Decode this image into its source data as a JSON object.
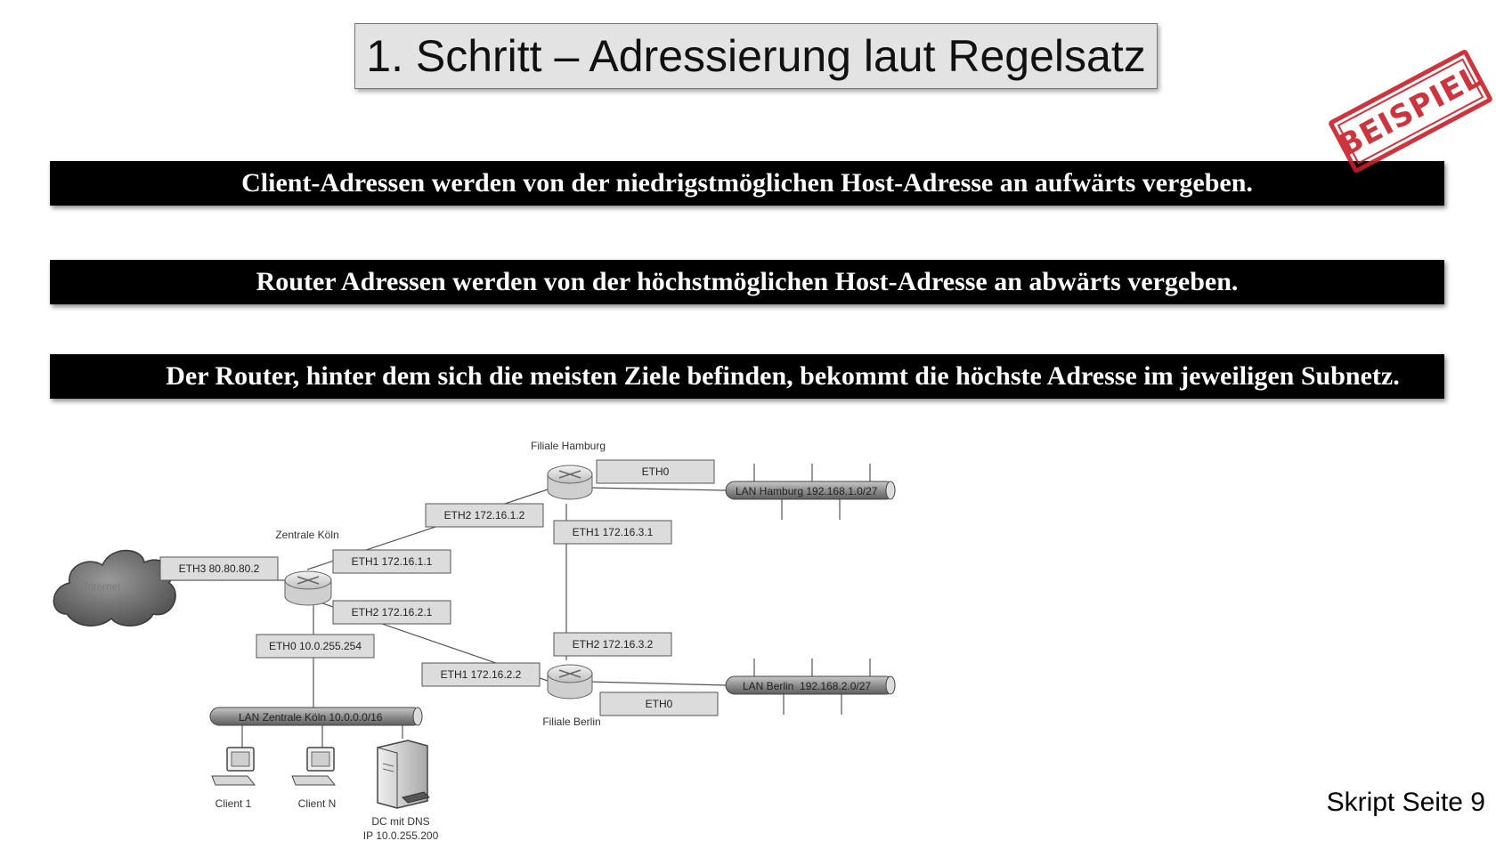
{
  "title": "1. Schritt – Adressierung laut Regelsatz",
  "rules": [
    "Client-Adressen werden von der niedrigstmöglichen Host-Adresse an aufwärts vergeben.",
    "Router Adressen werden von der höchstmöglichen Host-Adresse an abwärts vergeben.",
    "Der Router, hinter dem sich die meisten Ziele befinden, bekommt die höchste Adresse im jeweiligen Subnetz."
  ],
  "stamp": "BEISPIEL",
  "footer": "Skript Seite 9",
  "diagram": {
    "sites": {
      "hamburg": "Filiale Hamburg",
      "koeln": "Zentrale Köln",
      "berlin": "Filiale Berlin"
    },
    "cloud": "Internet",
    "interfaces": {
      "hh_eth0": "ETH0",
      "hh_eth2": "ETH2 172.16.1.2",
      "hh_eth1": "ETH1 172.16.3.1",
      "k_eth3": "ETH3 80.80.80.2",
      "k_eth1": "ETH1 172.16.1.1",
      "k_eth2": "ETH2 172.16.2.1",
      "k_eth0": "ETH0 10.0.255.254",
      "b_eth2": "ETH2 172.16.3.2",
      "b_eth1": "ETH1 172.16.2.2",
      "b_eth0": "ETH0"
    },
    "lans": {
      "hamburg": "LAN Hamburg 192.168.1.0/27",
      "berlin": "LAN Berlin  192.168.2.0/27",
      "koeln": "LAN Zentrale Köln 10.0.0.0/16"
    },
    "devices": {
      "client1": "Client 1",
      "clientN": "Client N",
      "dc_line1": "DC mit DNS",
      "dc_line2": "IP 10.0.255.200"
    }
  },
  "colors": {
    "bar": "#000000",
    "bar_text": "#ffffff",
    "title_bg": "#e3e3e3",
    "stamp": "#c8202a",
    "label_box": "#dcdcdc"
  }
}
